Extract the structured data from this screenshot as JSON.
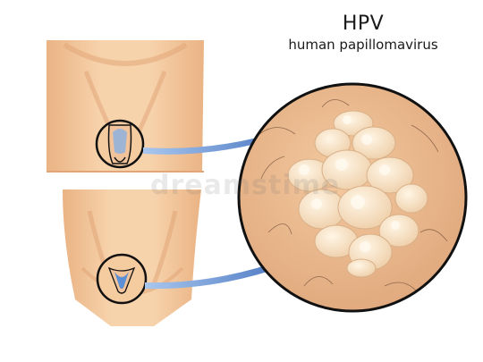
{
  "title": "HPV",
  "subtitle": "human papillomavirus",
  "watermark": "dreamstime",
  "colors": {
    "skin": "#f6cfa6",
    "skin_shadow": "#e5aa7d",
    "skin_dark": "#d9956b",
    "lesion_bg": "#e9b88e",
    "wart": "#f7e5c9",
    "arrow": "#4a78c4",
    "outline": "#111111"
  },
  "panels": [
    {
      "name": "male-torso",
      "detail_icon": "male-genital-area-icon"
    },
    {
      "name": "female-torso",
      "detail_icon": "female-genital-area-icon"
    }
  ],
  "magnified_view": {
    "depicts": "genital-wart-lesion-icon"
  }
}
